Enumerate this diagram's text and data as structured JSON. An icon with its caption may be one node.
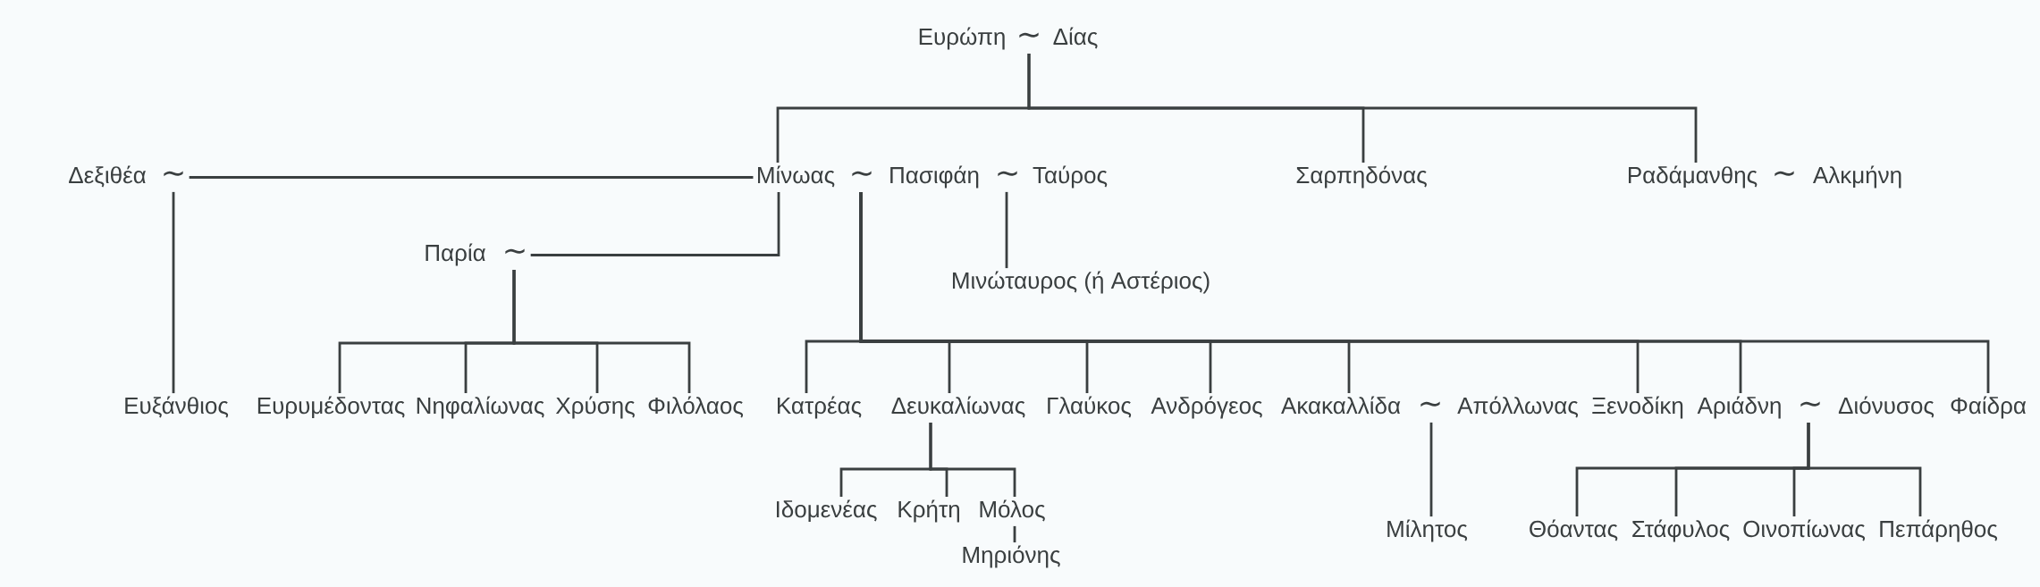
{
  "diagram": {
    "nodes": [
      {
        "text": [
          "Ευρώπη"
        ]
      },
      {
        "text": [
          "~"
        ]
      },
      {
        "text": [
          "Δίας"
        ]
      },
      {
        "text": [
          "Δεξιθέα"
        ]
      },
      {
        "text": [
          "~"
        ]
      },
      {
        "text": [
          "Μίνωας"
        ]
      },
      {
        "text": [
          "~"
        ]
      },
      {
        "text": [
          "Πασιφάη"
        ]
      },
      {
        "text": [
          "~"
        ]
      },
      {
        "text": [
          "Ταύρος"
        ]
      },
      {
        "text": [
          "Σαρπηδόνας"
        ]
      },
      {
        "text": [
          "Ραδάμανθης"
        ]
      },
      {
        "text": [
          "~"
        ]
      },
      {
        "text": [
          "Αλκμήνη"
        ]
      },
      {
        "text": [
          "Παρία"
        ]
      },
      {
        "text": [
          "~"
        ]
      },
      {
        "text": [
          "Μινώταυρος (ή Αστέριος)"
        ]
      },
      {
        "text": [
          "Ευξάνθιος"
        ]
      },
      {
        "text": [
          "Ευρυμέδοντας"
        ]
      },
      {
        "text": [
          "Νηφαλίωνας"
        ]
      },
      {
        "text": [
          "Χρύσης"
        ]
      },
      {
        "text": [
          "Φιλόλαος"
        ]
      },
      {
        "text": [
          "Κατρέας"
        ]
      },
      {
        "text": [
          "Δευκαλίωνας"
        ]
      },
      {
        "text": [
          "Γλαύκος"
        ]
      },
      {
        "text": [
          "Ανδρόγεος"
        ]
      },
      {
        "text": [
          "Ακακαλλίδα"
        ]
      },
      {
        "text": [
          "~"
        ]
      },
      {
        "text": [
          "Απόλλωνας"
        ]
      },
      {
        "text": [
          "Ξενοδίκη"
        ]
      },
      {
        "text": [
          "Αριάδνη"
        ]
      },
      {
        "text": [
          "~"
        ]
      },
      {
        "text": [
          "Διόνυσος"
        ]
      },
      {
        "text": [
          "Φαίδρα"
        ]
      },
      {
        "text": [
          "Ιδομενέας"
        ]
      },
      {
        "text": [
          "Κρήτη"
        ]
      },
      {
        "text": [
          "Μόλος"
        ]
      },
      {
        "text": [
          "Μίλητος"
        ]
      },
      {
        "text": [
          "Θόαντας"
        ]
      },
      {
        "text": [
          "Στάφυλος"
        ]
      },
      {
        "text": [
          "Οινοπίωνας"
        ]
      },
      {
        "text": [
          "Πεπάρηθος"
        ]
      },
      {
        "text": [
          "Μηριόνης"
        ]
      }
    ],
    "edges": [
      {
        "from": 1,
        "to": 5,
        "arrow": "none"
      },
      {
        "from": 1,
        "to": 10,
        "arrow": "none"
      },
      {
        "from": 1,
        "to": 11,
        "arrow": "none"
      },
      {
        "from": 4,
        "to": 5,
        "arrow": "none"
      },
      {
        "from": 4,
        "to": 17,
        "arrow": "none"
      },
      {
        "from": 5,
        "to": 15,
        "arrow": "none"
      },
      {
        "from": 8,
        "to": 16,
        "arrow": "none"
      },
      {
        "from": 15,
        "to": 18,
        "arrow": "none"
      },
      {
        "from": 15,
        "to": 19,
        "arrow": "none"
      },
      {
        "from": 15,
        "to": 20,
        "arrow": "none"
      },
      {
        "from": 15,
        "to": 21,
        "arrow": "none"
      },
      {
        "from": 6,
        "to": 22,
        "arrow": "none"
      },
      {
        "from": 6,
        "to": 23,
        "arrow": "none"
      },
      {
        "from": 6,
        "to": 24,
        "arrow": "none"
      },
      {
        "from": 6,
        "to": 25,
        "arrow": "none"
      },
      {
        "from": 6,
        "to": 26,
        "arrow": "none"
      },
      {
        "from": 6,
        "to": 29,
        "arrow": "none"
      },
      {
        "from": 6,
        "to": 30,
        "arrow": "none"
      },
      {
        "from": 6,
        "to": 33,
        "arrow": "none"
      },
      {
        "from": 23,
        "to": 34,
        "arrow": "none"
      },
      {
        "from": 23,
        "to": 35,
        "arrow": "none"
      },
      {
        "from": 23,
        "to": 36,
        "arrow": "none"
      },
      {
        "from": 36,
        "to": 42,
        "arrow": "none"
      },
      {
        "from": 27,
        "to": 37,
        "arrow": "none"
      },
      {
        "from": 31,
        "to": 38,
        "arrow": "none"
      },
      {
        "from": 31,
        "to": 39,
        "arrow": "none"
      },
      {
        "from": 31,
        "to": 40,
        "arrow": "none"
      },
      {
        "from": 31,
        "to": 41,
        "arrow": "none"
      }
    ]
  }
}
